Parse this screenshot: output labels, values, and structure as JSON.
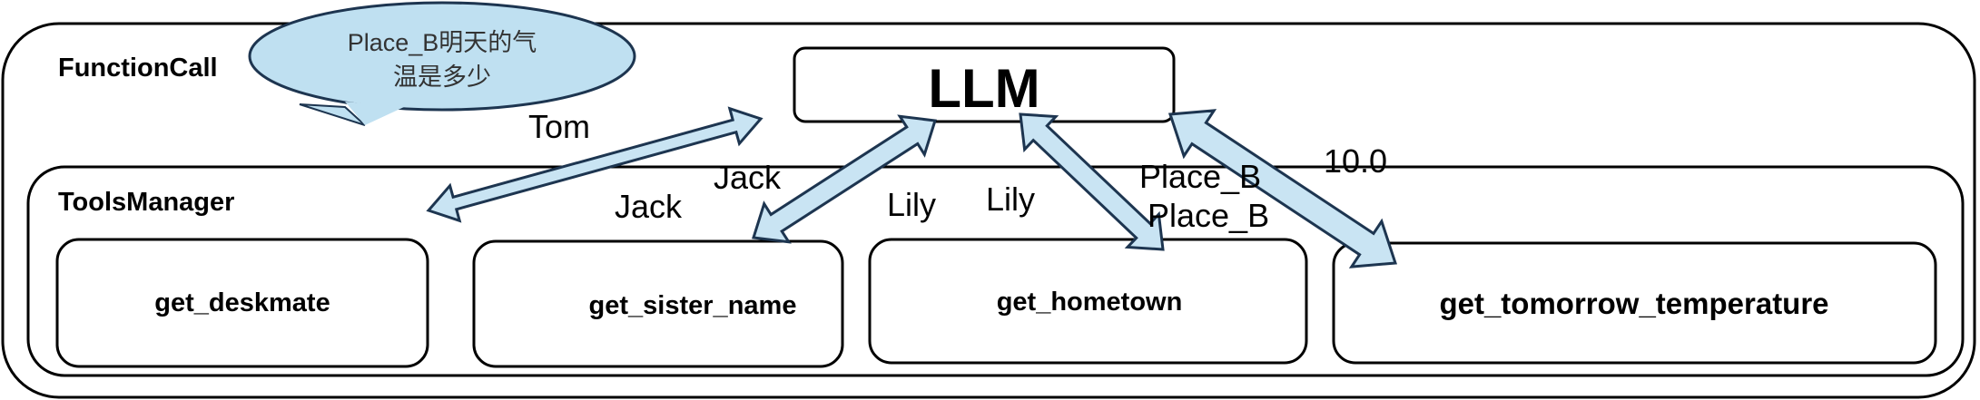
{
  "outer": {
    "label": "FunctionCall"
  },
  "callout": {
    "line1": "Place_B明天的气",
    "line2": "温是多少"
  },
  "llm": {
    "label": "LLM"
  },
  "manager": {
    "label": "ToolsManager"
  },
  "tools": [
    {
      "label": "get_deskmate"
    },
    {
      "label": "get_sister_name"
    },
    {
      "label": "get_hometown"
    },
    {
      "label": "get_tomorrow_temperature"
    }
  ],
  "arrow_labels": {
    "tom": "Tom",
    "jack_up": "Jack",
    "jack_down": "Jack",
    "lily_left": "Lily",
    "lily_right": "Lily",
    "place_b_up": "Place_B",
    "place_b_down": "Place_B",
    "temp_value": "10.0"
  },
  "colors": {
    "arrow_fill": "#c9e4f3",
    "arrow_stroke": "#1d3550",
    "callout_fill": "#bfe0f1",
    "box_stroke": "#000000"
  }
}
